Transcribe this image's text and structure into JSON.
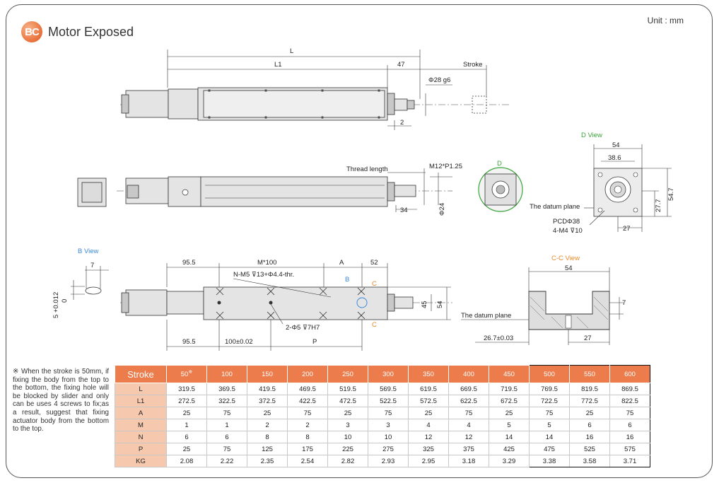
{
  "header": {
    "badge": "BC",
    "title": "Motor Exposed",
    "unit": "Unit : mm"
  },
  "drawing": {
    "top_view": {
      "L": "L",
      "L1": "L1",
      "d47": "47",
      "stroke": "Stroke",
      "phi28": "Φ28 g6",
      "d2": "2"
    },
    "side_view": {
      "thread_length": "Thread length",
      "m12": "M12*P1.25",
      "d34": "34",
      "phi24": "Φ24",
      "d_label": "D"
    },
    "d_view": {
      "title": "D View",
      "d54": "54",
      "d38_6": "38.6",
      "d54_7": "54.7",
      "d27_7": "27.7",
      "d27": "27",
      "datum": "The datum plane",
      "pcd": "PCDΦ38",
      "m4": "4-M4  ⊽10"
    },
    "b_view": {
      "title": "B View",
      "d7": "7",
      "tol": "5 +0.012",
      "tol0": "0"
    },
    "bottom_view": {
      "d95_5a": "95.5",
      "m100": "M*100",
      "a": "A",
      "d52": "52",
      "nm5": "N-M5  ⊽13+Φ4.4-thr.",
      "b": "B",
      "c1": "C",
      "c2": "C",
      "d45": "45",
      "d54": "54",
      "hole": "2-Φ5  ⊽7H7",
      "d95_5b": "95.5",
      "d100": "100±0.02",
      "p": "P"
    },
    "cc_view": {
      "title": "C-C View",
      "d54": "54",
      "d7": "7",
      "datum": "The datum plane",
      "d26_7": "26.7±0.03",
      "d27": "27"
    }
  },
  "note": "※ When the stroke is 50mm, if fixing the body from the top to the bottom, the fixing hole will be blocked by slider and only can be uses 4 screws to fix;as a result, suggest that fixing actuator body from the bottom to the top.",
  "table": {
    "header_label": "Stroke",
    "mark": "※",
    "strokes": [
      "50",
      "100",
      "150",
      "200",
      "250",
      "300",
      "350",
      "400",
      "450",
      "500",
      "550",
      "600"
    ],
    "rows": [
      {
        "label": "L",
        "values": [
          "319.5",
          "369.5",
          "419.5",
          "469.5",
          "519.5",
          "569.5",
          "619.5",
          "669.5",
          "719.5",
          "769.5",
          "819.5",
          "869.5"
        ]
      },
      {
        "label": "L1",
        "values": [
          "272.5",
          "322.5",
          "372.5",
          "422.5",
          "472.5",
          "522.5",
          "572.5",
          "622.5",
          "672.5",
          "722.5",
          "772.5",
          "822.5"
        ]
      },
      {
        "label": "A",
        "values": [
          "25",
          "75",
          "25",
          "75",
          "25",
          "75",
          "25",
          "75",
          "25",
          "75",
          "25",
          "75"
        ]
      },
      {
        "label": "M",
        "values": [
          "1",
          "1",
          "2",
          "2",
          "3",
          "3",
          "4",
          "4",
          "5",
          "5",
          "6",
          "6"
        ]
      },
      {
        "label": "N",
        "values": [
          "6",
          "6",
          "8",
          "8",
          "10",
          "10",
          "12",
          "12",
          "14",
          "14",
          "16",
          "16"
        ]
      },
      {
        "label": "P",
        "values": [
          "25",
          "75",
          "125",
          "175",
          "225",
          "275",
          "325",
          "375",
          "425",
          "475",
          "525",
          "575"
        ]
      },
      {
        "label": "KG",
        "values": [
          "2.08",
          "2.22",
          "2.35",
          "2.54",
          "2.82",
          "2.93",
          "2.95",
          "3.18",
          "3.29",
          "3.38",
          "3.58",
          "3.71"
        ]
      }
    ]
  },
  "colors": {
    "accent": "#ec7c4c",
    "row_head": "#f6c9ae",
    "d_view": "#3aa33a",
    "b_view": "#3a8ad8",
    "cc_view": "#e88a2a"
  }
}
